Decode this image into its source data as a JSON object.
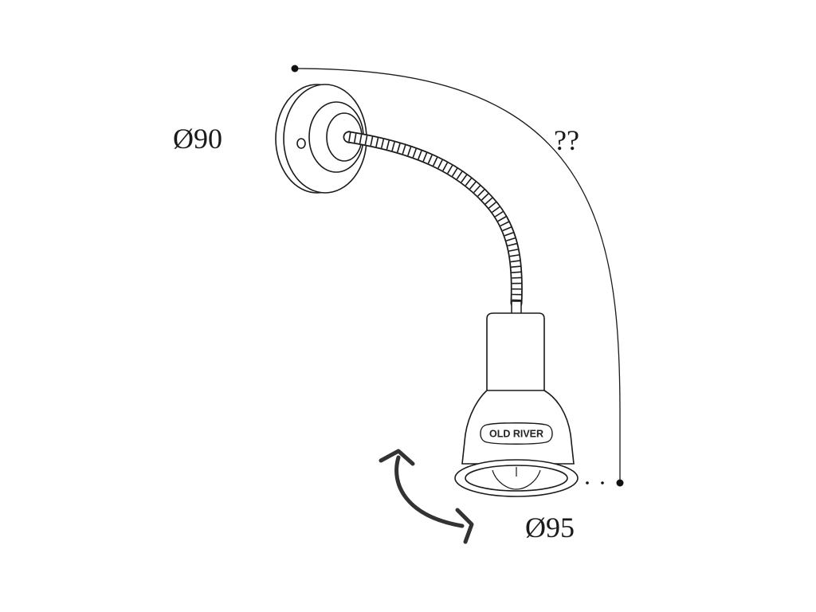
{
  "labels": {
    "base_diameter": "Ø90",
    "reach": "??",
    "shade_diameter": "Ø95"
  },
  "logo": {
    "text": "OLD RIVER"
  },
  "colors": {
    "line": "#1a1a1a",
    "arrow": "#333333"
  }
}
